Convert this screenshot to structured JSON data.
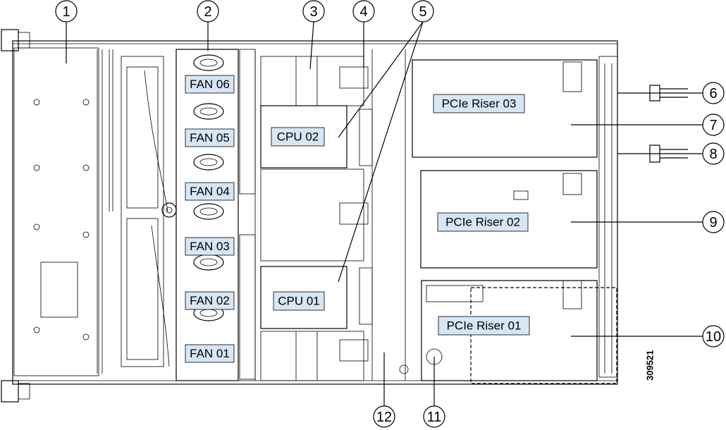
{
  "callouts": [
    "1",
    "2",
    "3",
    "4",
    "5",
    "6",
    "7",
    "8",
    "9",
    "10",
    "11",
    "12"
  ],
  "fans": [
    "FAN 06",
    "FAN 05",
    "FAN 04",
    "FAN 03",
    "FAN 02",
    "FAN 01"
  ],
  "cpus": [
    "CPU 02",
    "CPU 01"
  ],
  "risers": [
    "PCIe Riser 03",
    "PCIe Riser 02",
    "PCIe Riser 01"
  ],
  "figure_id": "309521",
  "colors": {
    "label_fill": "#d6e6f5",
    "line": "#000000",
    "background": "#ffffff"
  }
}
